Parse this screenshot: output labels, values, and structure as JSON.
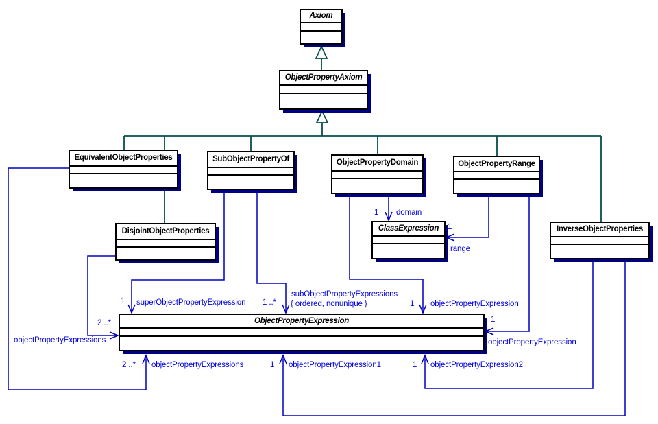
{
  "colors": {
    "background": "#ffffff",
    "generalization_line": "#084c4c",
    "association_line": "#0000bf",
    "label_text": "#0000df",
    "box_border": "#000000",
    "box_shadow": "#000085"
  },
  "classes": {
    "axiom": {
      "name": "Axiom",
      "abstract": true
    },
    "objectPropertyAxiom": {
      "name": "ObjectPropertyAxiom",
      "abstract": true
    },
    "equivalentObjectProperties": {
      "name": "EquivalentObjectProperties",
      "abstract": false
    },
    "subObjectPropertyOf": {
      "name": "SubObjectPropertyOf",
      "abstract": false
    },
    "objectPropertyDomain": {
      "name": "ObjectPropertyDomain",
      "abstract": false
    },
    "objectPropertyRange": {
      "name": "ObjectPropertyRange",
      "abstract": false
    },
    "inverseObjectProperties": {
      "name": "InverseObjectProperties",
      "abstract": false
    },
    "disjointObjectProperties": {
      "name": "DisjointObjectProperties",
      "abstract": false
    },
    "classExpression": {
      "name": "ClassExpression",
      "abstract": true
    },
    "objectPropertyExpression": {
      "name": "ObjectPropertyExpression",
      "abstract": true
    }
  },
  "edgeLabels": {
    "equivalent_mult": "2 ..*",
    "equivalent_role": "objectPropertyExpressions",
    "disjoint_mult": "2 ..*",
    "disjoint_role": "objectPropertyExpressions",
    "super_mult": "1",
    "super_role": "superObjectPropertyExpression",
    "sub_mult": "1 ..*",
    "sub_role": "subObjectPropertyExpressions",
    "sub_constraint": "{ ordered, nonunique }",
    "domain_mult": "1",
    "domain_role": "domain",
    "domain_ope_mult": "1",
    "domain_ope_role": "objectPropertyExpression",
    "range_mult": "1",
    "range_role": "range",
    "range_ope_mult": "1",
    "range_ope_role": "objectPropertyExpression",
    "inverse1_mult": "1",
    "inverse1_role": "objectPropertyExpression1",
    "inverse2_mult": "1",
    "inverse2_role": "objectPropertyExpression2"
  }
}
